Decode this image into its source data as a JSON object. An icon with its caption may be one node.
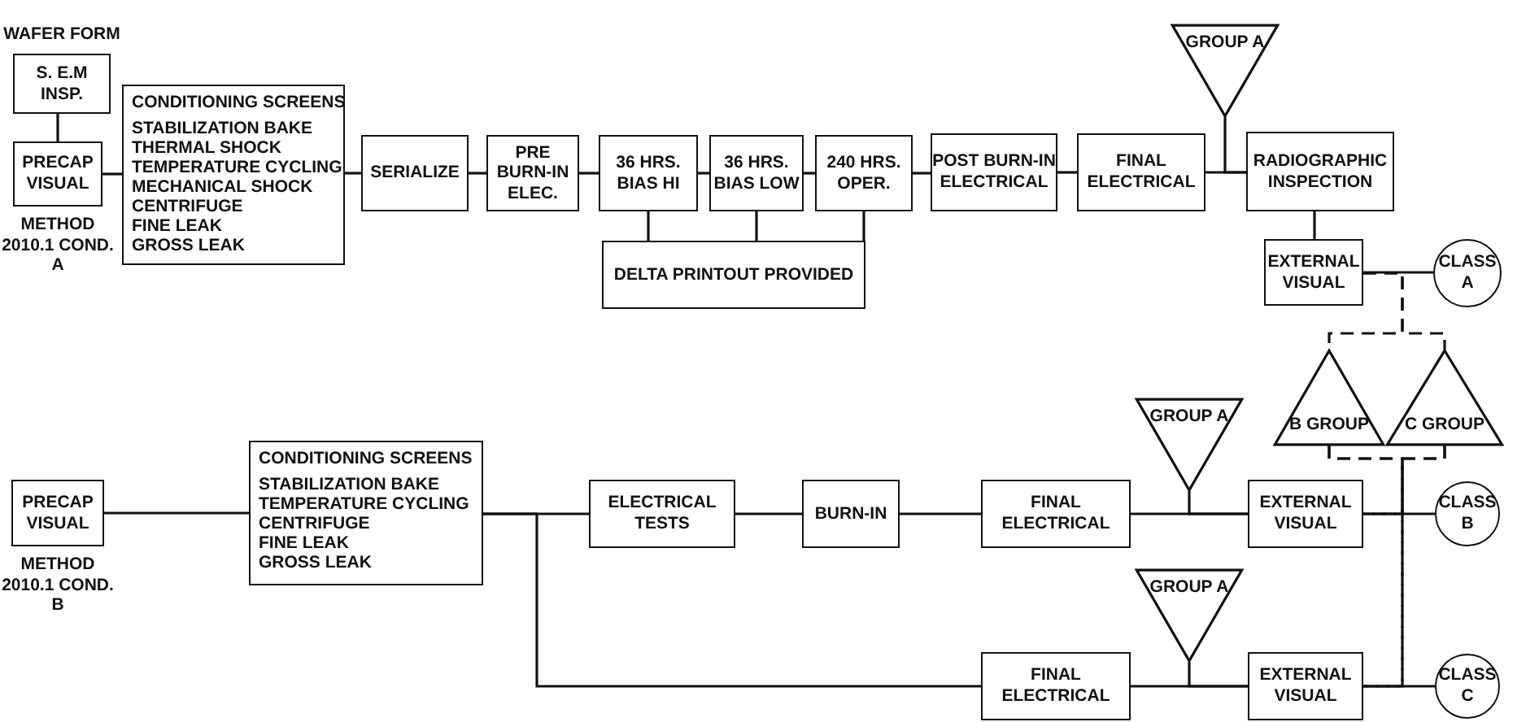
{
  "diagram": {
    "nodes": [
      {
        "text": [
          "S. E.M INSP."
        ],
        "beside": [
          "WAFER FORM"
        ]
      },
      {
        "text": [
          "PRECAP VISUAL"
        ],
        "beside": [
          "METHOD 2010.1 COND. A"
        ]
      },
      {
        "text": [
          "CONDITIONING SCREENS",
          "STABILIZATION BAKE",
          "THERMAL SHOCK",
          "TEMPERATURE CYCLING",
          "MECHANICAL SHOCK",
          "CENTRIFUGE",
          "FINE LEAK",
          "GROSS LEAK"
        ]
      },
      {
        "text": [
          "SERIALIZE"
        ]
      },
      {
        "text": [
          "PRE BURN-IN ELEC."
        ]
      },
      {
        "text": [
          "36 HRS. BIAS HI"
        ]
      },
      {
        "text": [
          "36 HRS. BIAS LOW"
        ]
      },
      {
        "text": [
          "240 HRS. OPER."
        ]
      },
      {
        "text": [
          "DELTA PRINTOUT PROVIDED"
        ]
      },
      {
        "text": [
          "POST BURN-IN ELECTRICAL"
        ]
      },
      {
        "text": [
          "FINAL ELECTRICAL"
        ]
      },
      {
        "text": [
          "GROUP A"
        ]
      },
      {
        "text": [
          "RADIOGRAPHIC INSPECTION"
        ]
      },
      {
        "text": [
          "EXTERNAL VISUAL"
        ]
      },
      {
        "text": [
          "CLASS A"
        ]
      },
      {
        "text": [
          "B GROUP"
        ]
      },
      {
        "text": [
          "C GROUP"
        ]
      },
      {
        "text": [
          "PRECAP VISUAL"
        ],
        "beside": [
          "METHOD 2010.1 COND. B"
        ]
      },
      {
        "text": [
          "CONDITIONING SCREENS",
          "STABILIZATION BAKE",
          "TEMPERATURE CYCLING",
          "CENTRIFUGE",
          "FINE LEAK",
          "GROSS LEAK"
        ]
      },
      {
        "text": [
          "ELECTRICAL TESTS"
        ]
      },
      {
        "text": [
          "BURN-IN"
        ]
      },
      {
        "text": [
          "FINAL ELECTRICAL"
        ]
      },
      {
        "text": [
          "GROUP A"
        ]
      },
      {
        "text": [
          "EXTERNAL VISUAL"
        ]
      },
      {
        "text": [
          "CLASS B"
        ]
      },
      {
        "text": [
          "GROUP A"
        ]
      },
      {
        "text": [
          "FINAL ELECTRICAL"
        ]
      },
      {
        "text": [
          "EXTERNAL VISUAL"
        ]
      },
      {
        "text": [
          "CLASS C"
        ]
      }
    ],
    "edges": [
      {
        "from": 0,
        "to": 1,
        "arrow": "none"
      },
      {
        "from": 1,
        "to": 2,
        "arrow": "none"
      },
      {
        "from": 2,
        "to": 3,
        "arrow": "none"
      },
      {
        "from": 3,
        "to": 4,
        "arrow": "none"
      },
      {
        "from": 4,
        "to": 5,
        "arrow": "none"
      },
      {
        "from": 5,
        "to": 6,
        "arrow": "none"
      },
      {
        "from": 6,
        "to": 7,
        "arrow": "none"
      },
      {
        "from": 7,
        "to": 9,
        "arrow": "none"
      },
      {
        "from": 5,
        "to": 8,
        "arrow": "none"
      },
      {
        "from": 6,
        "to": 8,
        "arrow": "none"
      },
      {
        "from": 7,
        "to": 8,
        "arrow": "none"
      },
      {
        "from": 9,
        "to": 10,
        "arrow": "none"
      },
      {
        "from": 10,
        "to": 12,
        "arrow": "none"
      },
      {
        "from": 11,
        "to": 12,
        "arrow": "none"
      },
      {
        "from": 12,
        "to": 13,
        "arrow": "none"
      },
      {
        "from": 13,
        "to": 14,
        "arrow": "none"
      },
      {
        "from": 13,
        "to": 15,
        "arrow": "none",
        "style": "dashed"
      },
      {
        "from": 13,
        "to": 16,
        "arrow": "none",
        "style": "dashed"
      },
      {
        "from": 15,
        "to": 23,
        "arrow": "none",
        "style": "dashed"
      },
      {
        "from": 16,
        "to": 23,
        "arrow": "none",
        "style": "dashed"
      },
      {
        "from": 15,
        "to": 27,
        "arrow": "none",
        "style": "dashed"
      },
      {
        "from": 16,
        "to": 27,
        "arrow": "none",
        "style": "dashed"
      },
      {
        "from": 17,
        "to": 18,
        "arrow": "none"
      },
      {
        "from": 18,
        "to": 19,
        "arrow": "none"
      },
      {
        "from": 19,
        "to": 20,
        "arrow": "none"
      },
      {
        "from": 20,
        "to": 21,
        "arrow": "none"
      },
      {
        "from": 21,
        "to": 23,
        "arrow": "none"
      },
      {
        "from": 22,
        "to": 23,
        "arrow": "none"
      },
      {
        "from": 23,
        "to": 24,
        "arrow": "none"
      },
      {
        "from": 18,
        "to": 26,
        "arrow": "none"
      },
      {
        "from": 26,
        "to": 27,
        "arrow": "none"
      },
      {
        "from": 25,
        "to": 27,
        "arrow": "none"
      },
      {
        "from": 27,
        "to": 28,
        "arrow": "none"
      }
    ]
  }
}
